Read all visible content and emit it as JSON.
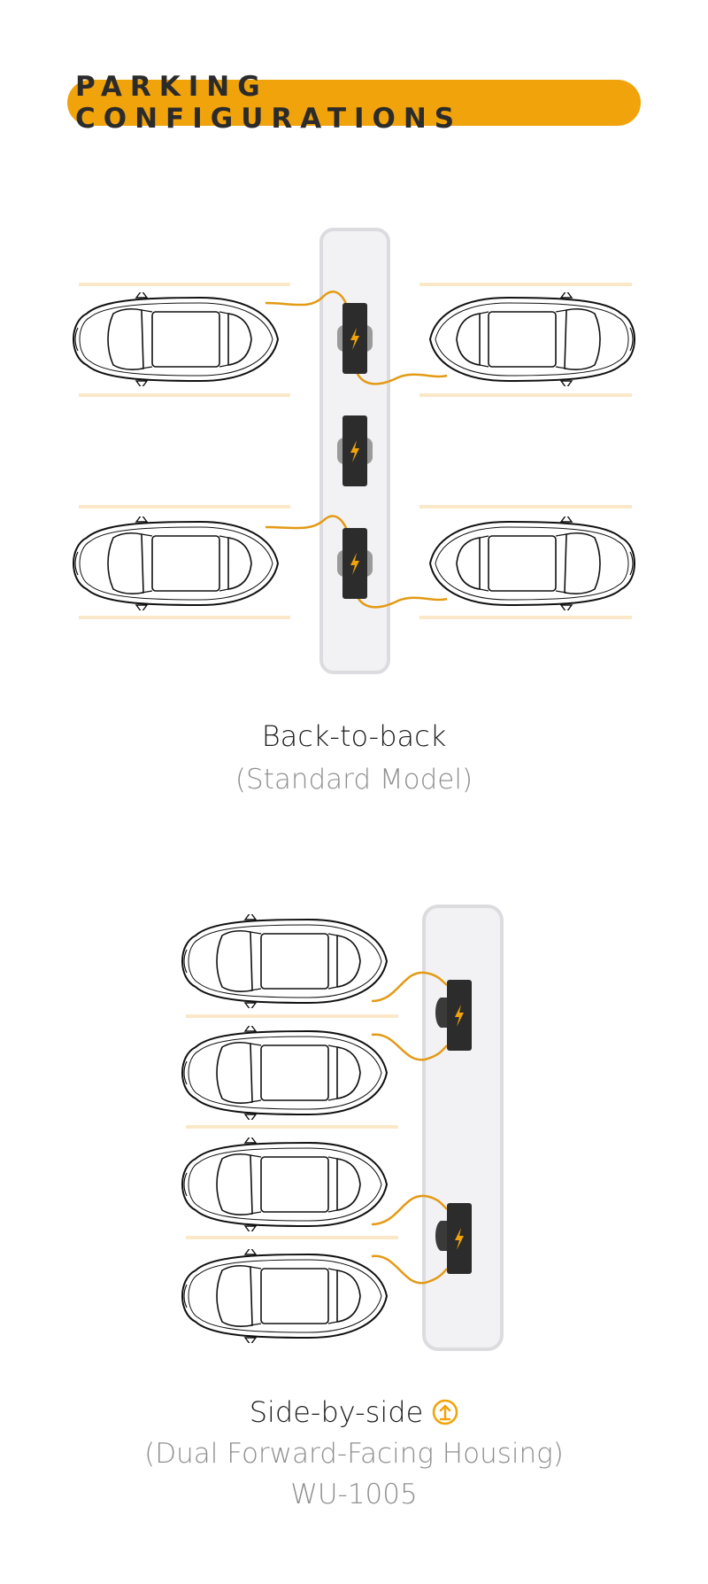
{
  "header": {
    "title": "PARKING CONFIGURATIONS"
  },
  "colors": {
    "accent": "#f0a30a",
    "cable": "#e39a15",
    "charger": "#2c2c2c",
    "island": "#f2f2f4",
    "line": "#fbe8c8"
  },
  "configs": [
    {
      "title": "Back-to-back",
      "subtitle": "(Standard Model)"
    },
    {
      "title": "Side-by-side",
      "subtitle": "(Dual Forward-Facing Housing)",
      "model": "WU-1005",
      "icon": "arrow-up-circle-icon"
    }
  ]
}
